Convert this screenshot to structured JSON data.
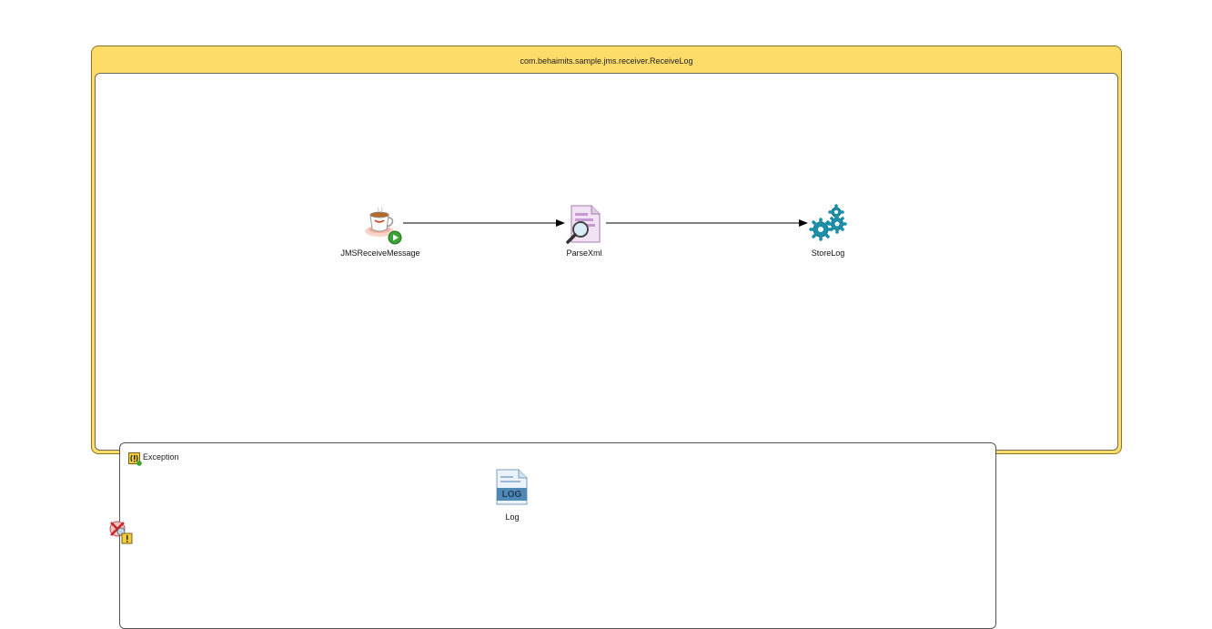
{
  "process": {
    "title": "com.behaimits.sample.jms.receiver.ReceiveLog"
  },
  "activities": [
    {
      "label": "JMSReceiveMessage",
      "icon": "jms-receive-icon"
    },
    {
      "label": "ParseXml",
      "icon": "parse-xml-icon"
    },
    {
      "label": "StoreLog",
      "icon": "gears-icon"
    }
  ],
  "transitions": [
    {
      "from": "JMSReceiveMessage",
      "to": "ParseXml"
    },
    {
      "from": "ParseXml",
      "to": "StoreLog"
    }
  ],
  "exception": {
    "label": "Exception",
    "icon": "exception-icon",
    "activities": [
      {
        "label": "Log",
        "icon": "log-icon",
        "icon_text": "LOG"
      }
    ]
  },
  "colors": {
    "frame": "#fddc6a",
    "gears": "#1b8fa8"
  }
}
